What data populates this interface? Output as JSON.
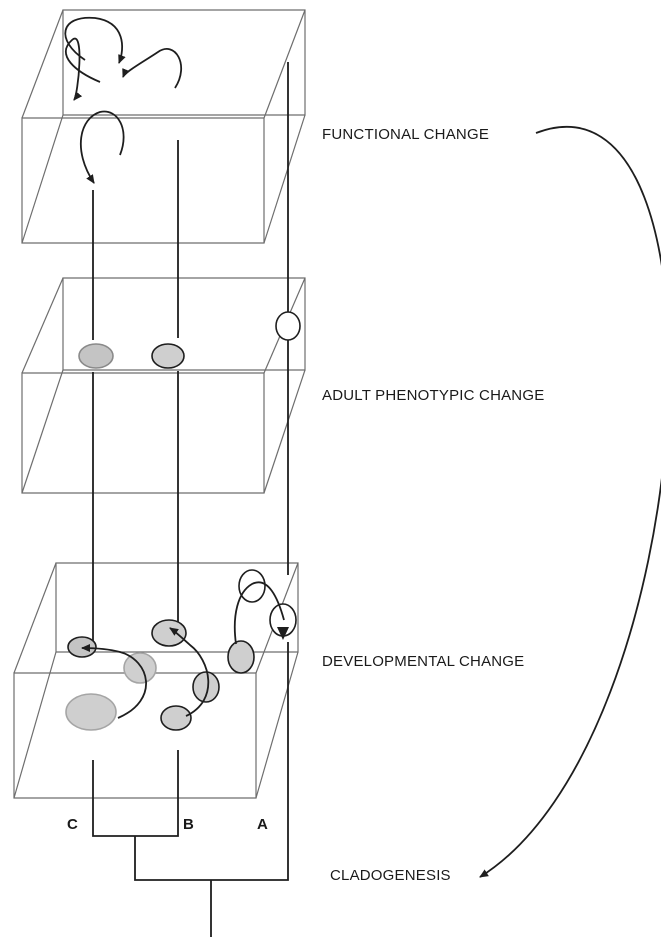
{
  "levels": {
    "functional": "FUNCTIONAL CHANGE",
    "adult": "ADULT PHENOTYPIC CHANGE",
    "developmental": "DEVELOPMENTAL CHANGE",
    "cladogenesis": "CLADOGENESIS"
  },
  "taxa": {
    "c": "C",
    "b": "B",
    "a": "A"
  },
  "colors": {
    "ink": "#1e1e1e",
    "box_edge": "#6e6e6e",
    "stipple": "#c4c4c4",
    "open": "#ffffff"
  }
}
